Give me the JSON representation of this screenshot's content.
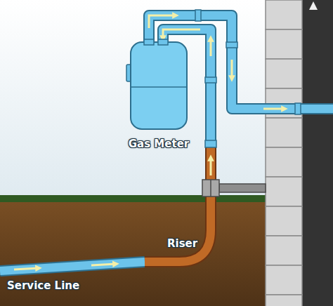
{
  "diagram": {
    "labels": [
      "Gas Meter",
      "Riser",
      "Service Line"
    ]
  }
}
